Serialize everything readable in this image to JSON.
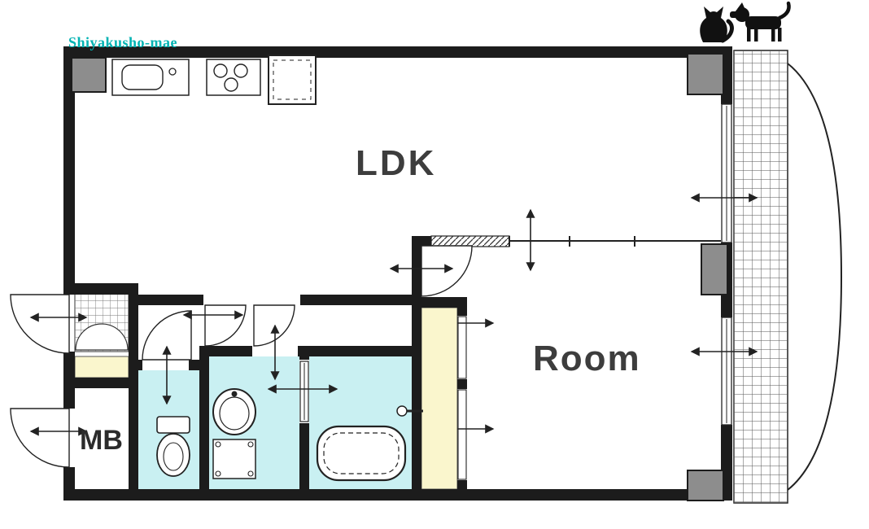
{
  "station": {
    "name": "Shiyakusho-mae"
  },
  "rooms": {
    "ldk_label": "LDK",
    "bedroom_label": "Room",
    "meter_box_label": "MB"
  },
  "fixtures": [
    "kitchen-sink-icon",
    "stove-burners-icon",
    "refrigerator-icon",
    "bathtub-icon",
    "bath-faucet-icon",
    "washbasin-icon",
    "washing-machine-pan-icon",
    "toilet-icon",
    "entrance-tile-icon",
    "balcony-tile-icon"
  ],
  "decorations": [
    "cat-icon",
    "dog-icon"
  ],
  "colors": {
    "wall": "#1c1c1c",
    "wet_area_fill": "#c9f0f2",
    "storage_fill": "#faf6cd",
    "pillar_fill": "#8d8d8d",
    "station_text": "#00b3b3",
    "label_text": "#3d3d3d"
  }
}
